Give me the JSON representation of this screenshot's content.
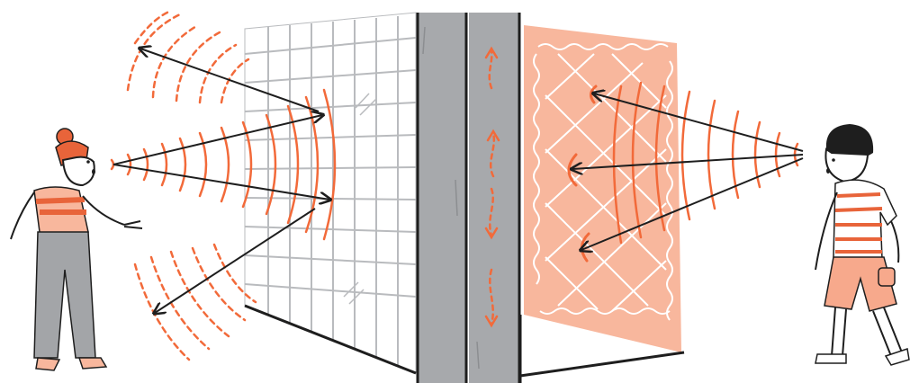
{
  "scene": {
    "caption": "",
    "colors": {
      "accent": "#f26a3a",
      "accent_light": "#f8b79d",
      "ink": "#1e1e1e",
      "wall_gray": "#a7a9ac",
      "grid_gray": "#b9bbbe",
      "pants_gray": "#a3a5a8",
      "shorts": "#f7a98c",
      "hair": "#e8643a",
      "background": "#ffffff"
    },
    "left_panel": {
      "surface": "hard-tiled-wall",
      "effect": "sound-reflection"
    },
    "middle_panel": {
      "surface": "solid-wall",
      "effect": "sound-travel-through"
    },
    "right_panel": {
      "surface": "soft-quilted-panel",
      "effect": "sound-absorption"
    }
  }
}
